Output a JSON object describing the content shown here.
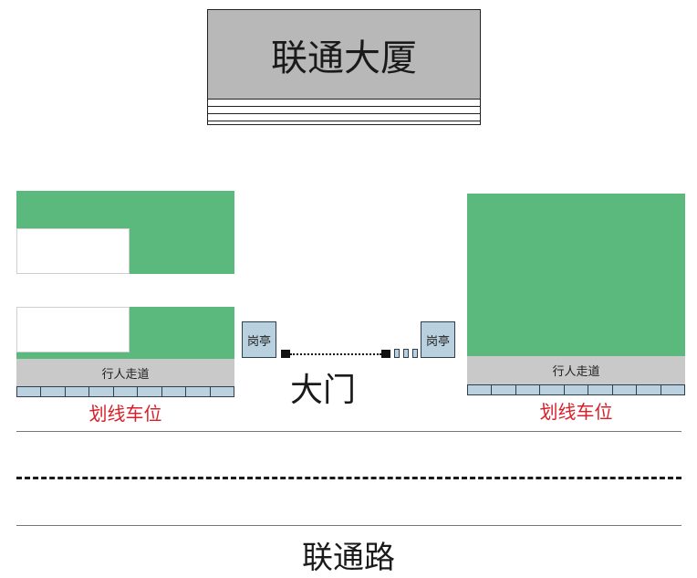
{
  "building": {
    "title": "联通大厦"
  },
  "left_area": {
    "walkway_label": "行人走道",
    "parking_label": "划线车位",
    "parking_slots": 9
  },
  "right_area": {
    "walkway_label": "行人走道",
    "parking_label": "划线车位",
    "parking_slots": 9
  },
  "booths": {
    "left_label": "岗亭",
    "right_label": "岗亭"
  },
  "gate": {
    "label": "大门"
  },
  "road": {
    "label": "联通路"
  },
  "colors": {
    "greenery": "#5cb97e",
    "walkway": "#c9c9c9",
    "parking": "#bcd1e0",
    "parking_label": "#d9202a",
    "building": "#b8b8b8"
  }
}
